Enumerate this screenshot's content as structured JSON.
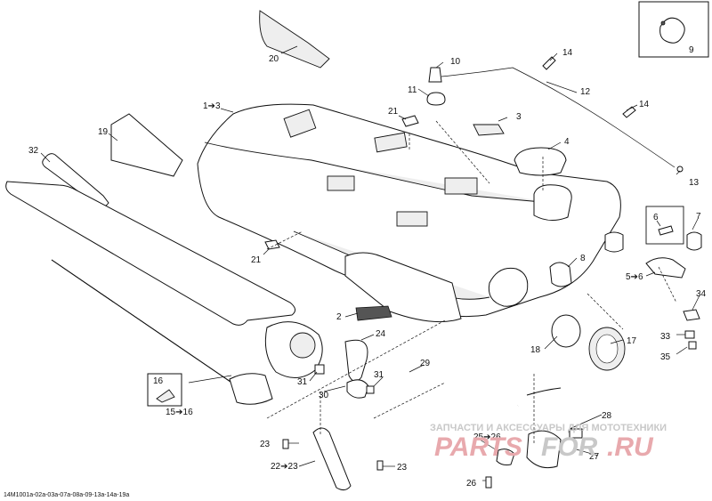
{
  "callouts": {
    "c1_3": "1➔3",
    "c2": "2",
    "c3": "3",
    "c4": "4",
    "c5_6": "5➔6",
    "c6": "6",
    "c7": "7",
    "c8": "8",
    "c9": "9",
    "c10": "10",
    "c11": "11",
    "c12": "12",
    "c13": "13",
    "c14a": "14",
    "c14b": "14",
    "c15_16": "15➔16",
    "c16": "16",
    "c17": "17",
    "c18": "18",
    "c19": "19",
    "c20": "20",
    "c21a": "21",
    "c21b": "21",
    "c22_23": "22➔23",
    "c23a": "23",
    "c23b": "23",
    "c24": "24",
    "c25_26": "25➔26",
    "c26": "26",
    "c27": "27",
    "c28": "28",
    "c29": "29",
    "c30": "30",
    "c31a": "31",
    "c31b": "31",
    "c32": "32",
    "c33": "33",
    "c34": "34",
    "c35": "35"
  },
  "footer_code": "14M1001a-02a-03a-07a-08a-09-13a-14a-19a",
  "watermark": {
    "text": "ЗАПЧАСТИ И АКСЕССУАРЫ ДЛЯ МОТОТЕХНИКИ",
    "logo_left": "PARTS",
    "logo_mid": "FOR",
    "logo_right": ".RU",
    "color_red": "#e8a9ad",
    "color_gray": "#c8c8c8"
  }
}
